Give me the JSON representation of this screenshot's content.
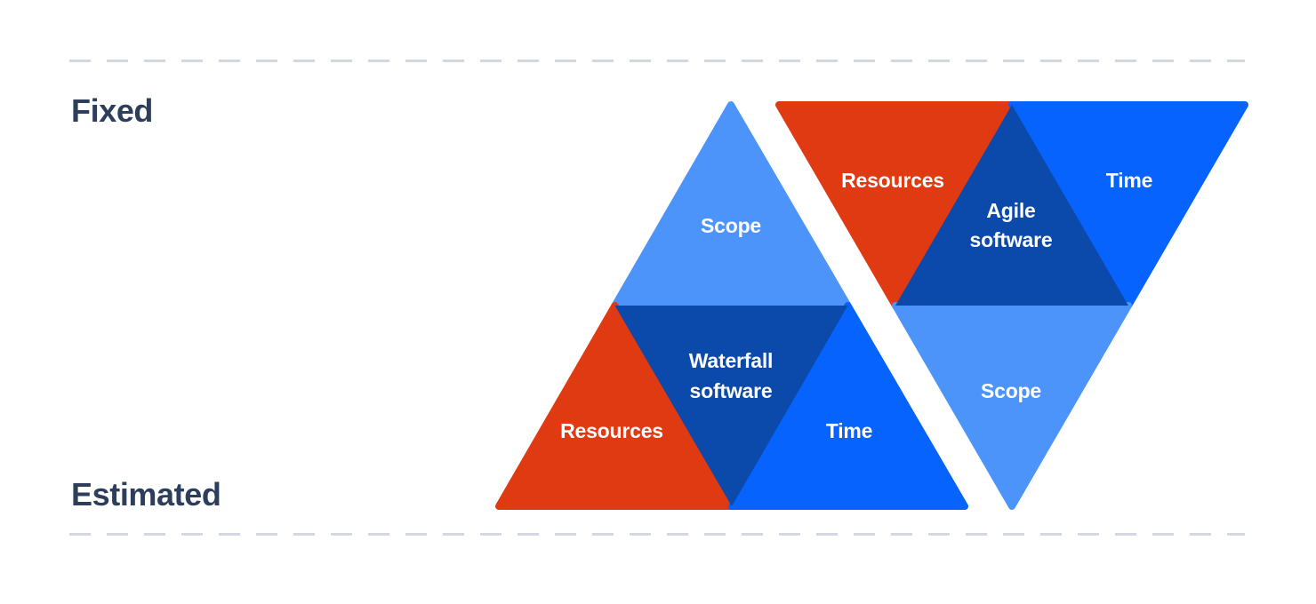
{
  "axis": {
    "top_label": "Fixed",
    "bottom_label": "Estimated"
  },
  "colors": {
    "light_blue": "#4d94fa",
    "dark_blue": "#0b4aab",
    "bright_blue": "#0663fd",
    "red": "#e03a12",
    "text_navy": "#2d3e5c",
    "dashed_line": "#d3d8e0",
    "background": "#ffffff",
    "label_text": "#ffffff"
  },
  "diagram": {
    "title_absent": "",
    "triangles": [
      {
        "name": "waterfall",
        "orientation": "up",
        "center_label_line1": "Waterfall",
        "center_label_line2": "software",
        "corners": [
          {
            "name": "scope",
            "label": "Scope",
            "color": "#4d94fa",
            "position": "top"
          },
          {
            "name": "resources",
            "label": "Resources",
            "color": "#e03a12",
            "position": "bottom-left"
          },
          {
            "name": "time",
            "label": "Time",
            "color": "#0663fd",
            "position": "bottom-right"
          }
        ],
        "center_color": "#0b4aab"
      },
      {
        "name": "agile",
        "orientation": "down",
        "center_label_line1": "Agile",
        "center_label_line2": "software",
        "corners": [
          {
            "name": "resources",
            "label": "Resources",
            "color": "#e03a12",
            "position": "top-left"
          },
          {
            "name": "time",
            "label": "Time",
            "color": "#0663fd",
            "position": "top-right"
          },
          {
            "name": "scope",
            "label": "Scope",
            "color": "#4d94fa",
            "position": "bottom"
          }
        ],
        "center_color": "#0b4aab"
      }
    ]
  }
}
